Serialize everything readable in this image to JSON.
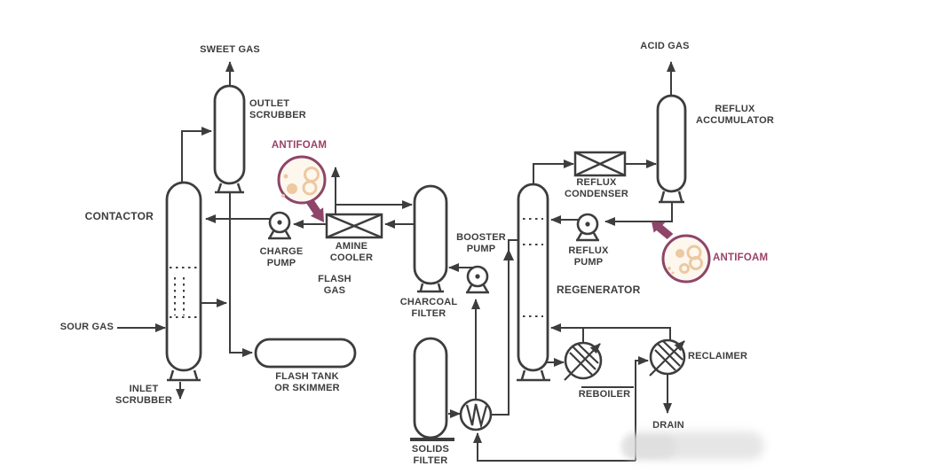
{
  "diagram": {
    "type": "process-flow-diagram",
    "subject": "amine gas sweetening system with antifoam injection points",
    "colors": {
      "line": "#3d3d3d",
      "label_text": "#3d3d3d",
      "antifoam_accent": "#8e4569",
      "antifoam_text": "#9a4167",
      "bubble_tan": "#ecc9a1",
      "background": "#ffffff"
    },
    "labels": {
      "sweet_gas": "SWEET GAS",
      "outlet_scrubber": "OUTLET\nSCRUBBER",
      "antifoam_left": "ANTIFOAM",
      "contactor": "CONTACTOR",
      "charge_pump": "CHARGE\nPUMP",
      "amine_cooler": "AMINE\nCOOLER",
      "flash_gas": "FLASH\nGAS",
      "sour_gas": "SOUR GAS",
      "inlet_scrubber": "INLET\nSCRUBBER",
      "flash_tank": "FLASH TANK\nOR SKIMMER",
      "charcoal_filter": "CHARCOAL\nFILTER",
      "booster_pump": "BOOSTER\nPUMP",
      "solids_filter": "SOLIDS\nFILTER",
      "regenerator": "REGENERATOR",
      "reflux_condenser": "REFLUX\nCONDENSER",
      "reflux_pump": "REFLUX\nPUMP",
      "acid_gas": "ACID GAS",
      "reflux_accumulator": "REFLUX\nACCUMULATOR",
      "antifoam_right": "ANTIFOAM",
      "reboiler": "REBOILER",
      "reclaimer": "RECLAIMER",
      "drain": "DRAIN"
    }
  }
}
